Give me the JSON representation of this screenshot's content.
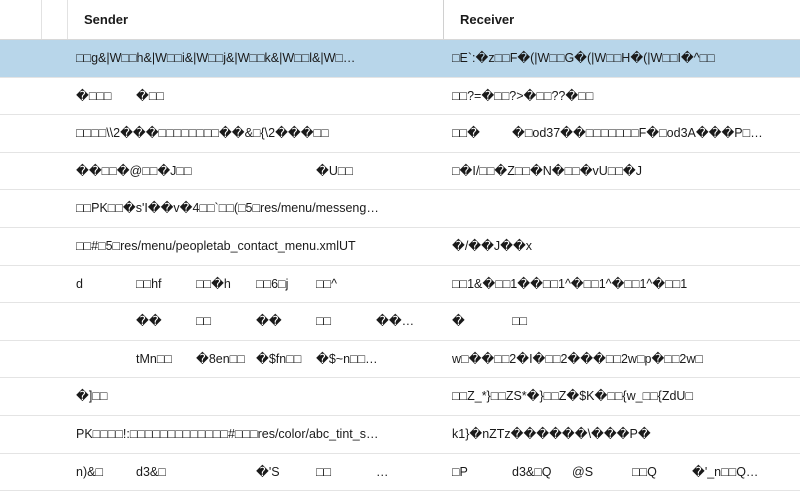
{
  "columns": {
    "sender": "Sender",
    "receiver": "Receiver"
  },
  "colors": {
    "selected_row": "#b8d6ea",
    "grid_line": "#e4e4e4"
  },
  "rows": [
    {
      "sender": "□□g&|W□□h&|W□□i&|W□□j&|W□□k&|W□□l&|W□…",
      "receiver": "□E`:�z□□F�(|W□□G�(|W□□H�(|W□□I�^□□",
      "selected": true
    },
    {
      "sender": "�□□□\t�□□",
      "receiver": "□□?=�□□?>�□□??�□□"
    },
    {
      "sender": "□□□□\\\\2���□□□□□□□□��&□{\\2���□□",
      "receiver": "□□�\t�□od37��□□□□□□□F�□od3A���P□…"
    },
    {
      "sender": "��□□�@□□�J□□\t\t\t�U□□",
      "receiver": "□�I/□□�Z□□�N�□□�vU□□�J"
    },
    {
      "sender": "□□PK□□�s'I��v�4□□`□□(□5□res/menu/messeng…",
      "receiver": ""
    },
    {
      "sender": "□□#□5□res/menu/peopletab_contact_menu.xmlUT",
      "receiver": "�/��J��x"
    },
    {
      "sender": "d\t□□hf\t□□�h\t□□6□j\t□□^",
      "receiver": "□□1&�□□1��□□1^�□□1^�□□1^�□□1"
    },
    {
      "sender": "\t��\t□□\t��\t□□\t��…",
      "receiver": "�\t□□"
    },
    {
      "sender": "\ttMn□□\t�8en□□\t�$fn□□\t�$~n□□…",
      "receiver": "w□��□□2�I�□□2���□□2w□p�□□2w□"
    },
    {
      "sender": "�]□□",
      "receiver": "□□Z_*}□□ZS*�}□□Z�$K�□□{w_□□{ZdU□"
    },
    {
      "sender": "PK□□□□!:□□□□□□□□□□□□□#□□□res/color/abc_tint_s…",
      "receiver": "k1}�nZTz������\\���P�"
    },
    {
      "sender": "n)&□\td3&□\t\t�'S\t□□\t…",
      "receiver": "□P\td3&□Q\t@S\t□□Q\t�'_n□□Q…"
    }
  ]
}
